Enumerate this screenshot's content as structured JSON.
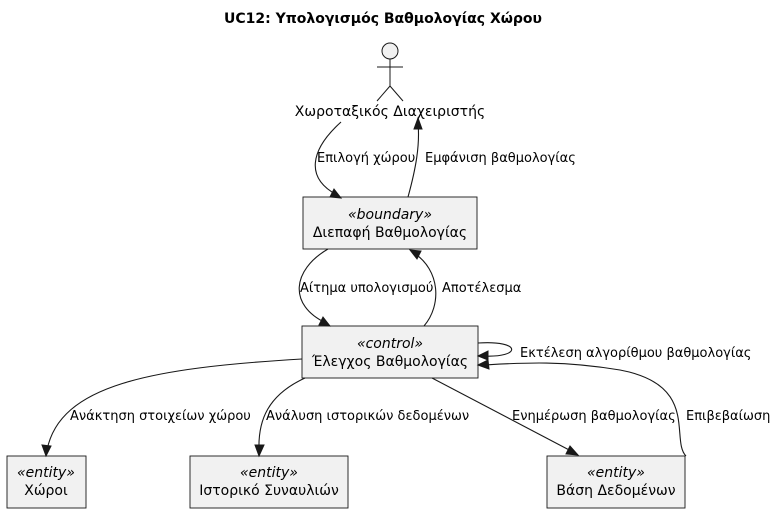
{
  "title": "UC12: Υπολογισμός Βαθμολογίας Χώρου",
  "actor": {
    "name": "Χωροταξικός Διαχειριστής"
  },
  "nodes": {
    "boundary": {
      "stereotype": "«boundary»",
      "name": "Διεπαφή Βαθμολογίας"
    },
    "control": {
      "stereotype": "«control»",
      "name": "Έλεγχος Βαθμολογίας"
    },
    "spaces": {
      "stereotype": "«entity»",
      "name": "Χώροι"
    },
    "history": {
      "stereotype": "«entity»",
      "name": "Ιστορικό Συναυλιών"
    },
    "database": {
      "stereotype": "«entity»",
      "name": "Βάση Δεδομένων"
    }
  },
  "edges": {
    "select_space": "Επιλογή χώρου",
    "show_rating": "Εμφάνιση βαθμολογίας",
    "calc_request": "Αίτημα υπολογισμού",
    "result": "Αποτέλεσμα",
    "run_algorithm": "Εκτέλεση αλγορίθμου βαθμολογίας",
    "fetch_space": "Ανάκτηση στοιχείων χώρου",
    "analyze_history": "Ανάλυση ιστορικών δεδομένων",
    "update_rating": "Ενημέρωση βαθμολογίας",
    "confirm": "Επιβεβαίωση"
  }
}
